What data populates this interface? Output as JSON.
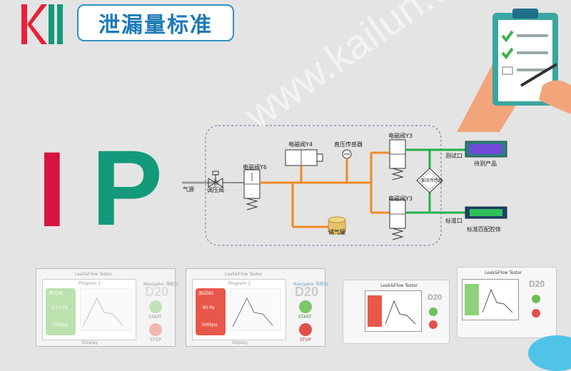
{
  "header": {
    "title": "泄漏量标准"
  },
  "hero": {
    "letter_i": "I",
    "letter_p": "P"
  },
  "watermark": "www.kailun.cn",
  "diagram": {
    "labels": {
      "source": "气源",
      "regulator": "调压阀",
      "valve_y6": "电磁阀Y6",
      "valve_y4": "电磁阀Y4",
      "valve_y3_top": "电磁阀Y3",
      "valve_y3_bottom": "电磁阀Y3",
      "pressure_sensor": "直压传感器",
      "diff_sensor": "差压传感器",
      "tank": "储气罐",
      "test_port": "测试口",
      "product": "待测产品",
      "std_port": "标准口",
      "std_body": "标准匹配腔体"
    },
    "colors": {
      "pipe": "#f08a24",
      "line": "#22b04b",
      "supply": "#999999",
      "product_fill": "#6f4bd8",
      "std_fill": "#2fbf5a",
      "frame": "#6a6ab0"
    }
  },
  "screens": [
    {
      "title": "Leak&Flow Tester",
      "program": "Program 1",
      "nav": "Navigator 导航仪",
      "model": "D20",
      "status_label": "测试OK",
      "status_color": "#8fd07a",
      "reading1": "0.12 Pa",
      "reading2": "100kpa",
      "start": "START",
      "stop": "STOP",
      "footer": "Display"
    },
    {
      "title": "Leak&Flow Tester",
      "program": "Program 1",
      "nav": "Navigator 导航仪",
      "model": "D20",
      "status_label": "测试NG",
      "status_color": "#e8584a",
      "reading1": "90 Pa",
      "reading2": "100kpa",
      "start": "START",
      "stop": "STOP",
      "footer": "Display"
    }
  ],
  "devices": [
    {
      "title": "Leak&Flow Tester",
      "model": "D20"
    },
    {
      "title": "Leak&Flow Tester",
      "model": "D20"
    }
  ]
}
